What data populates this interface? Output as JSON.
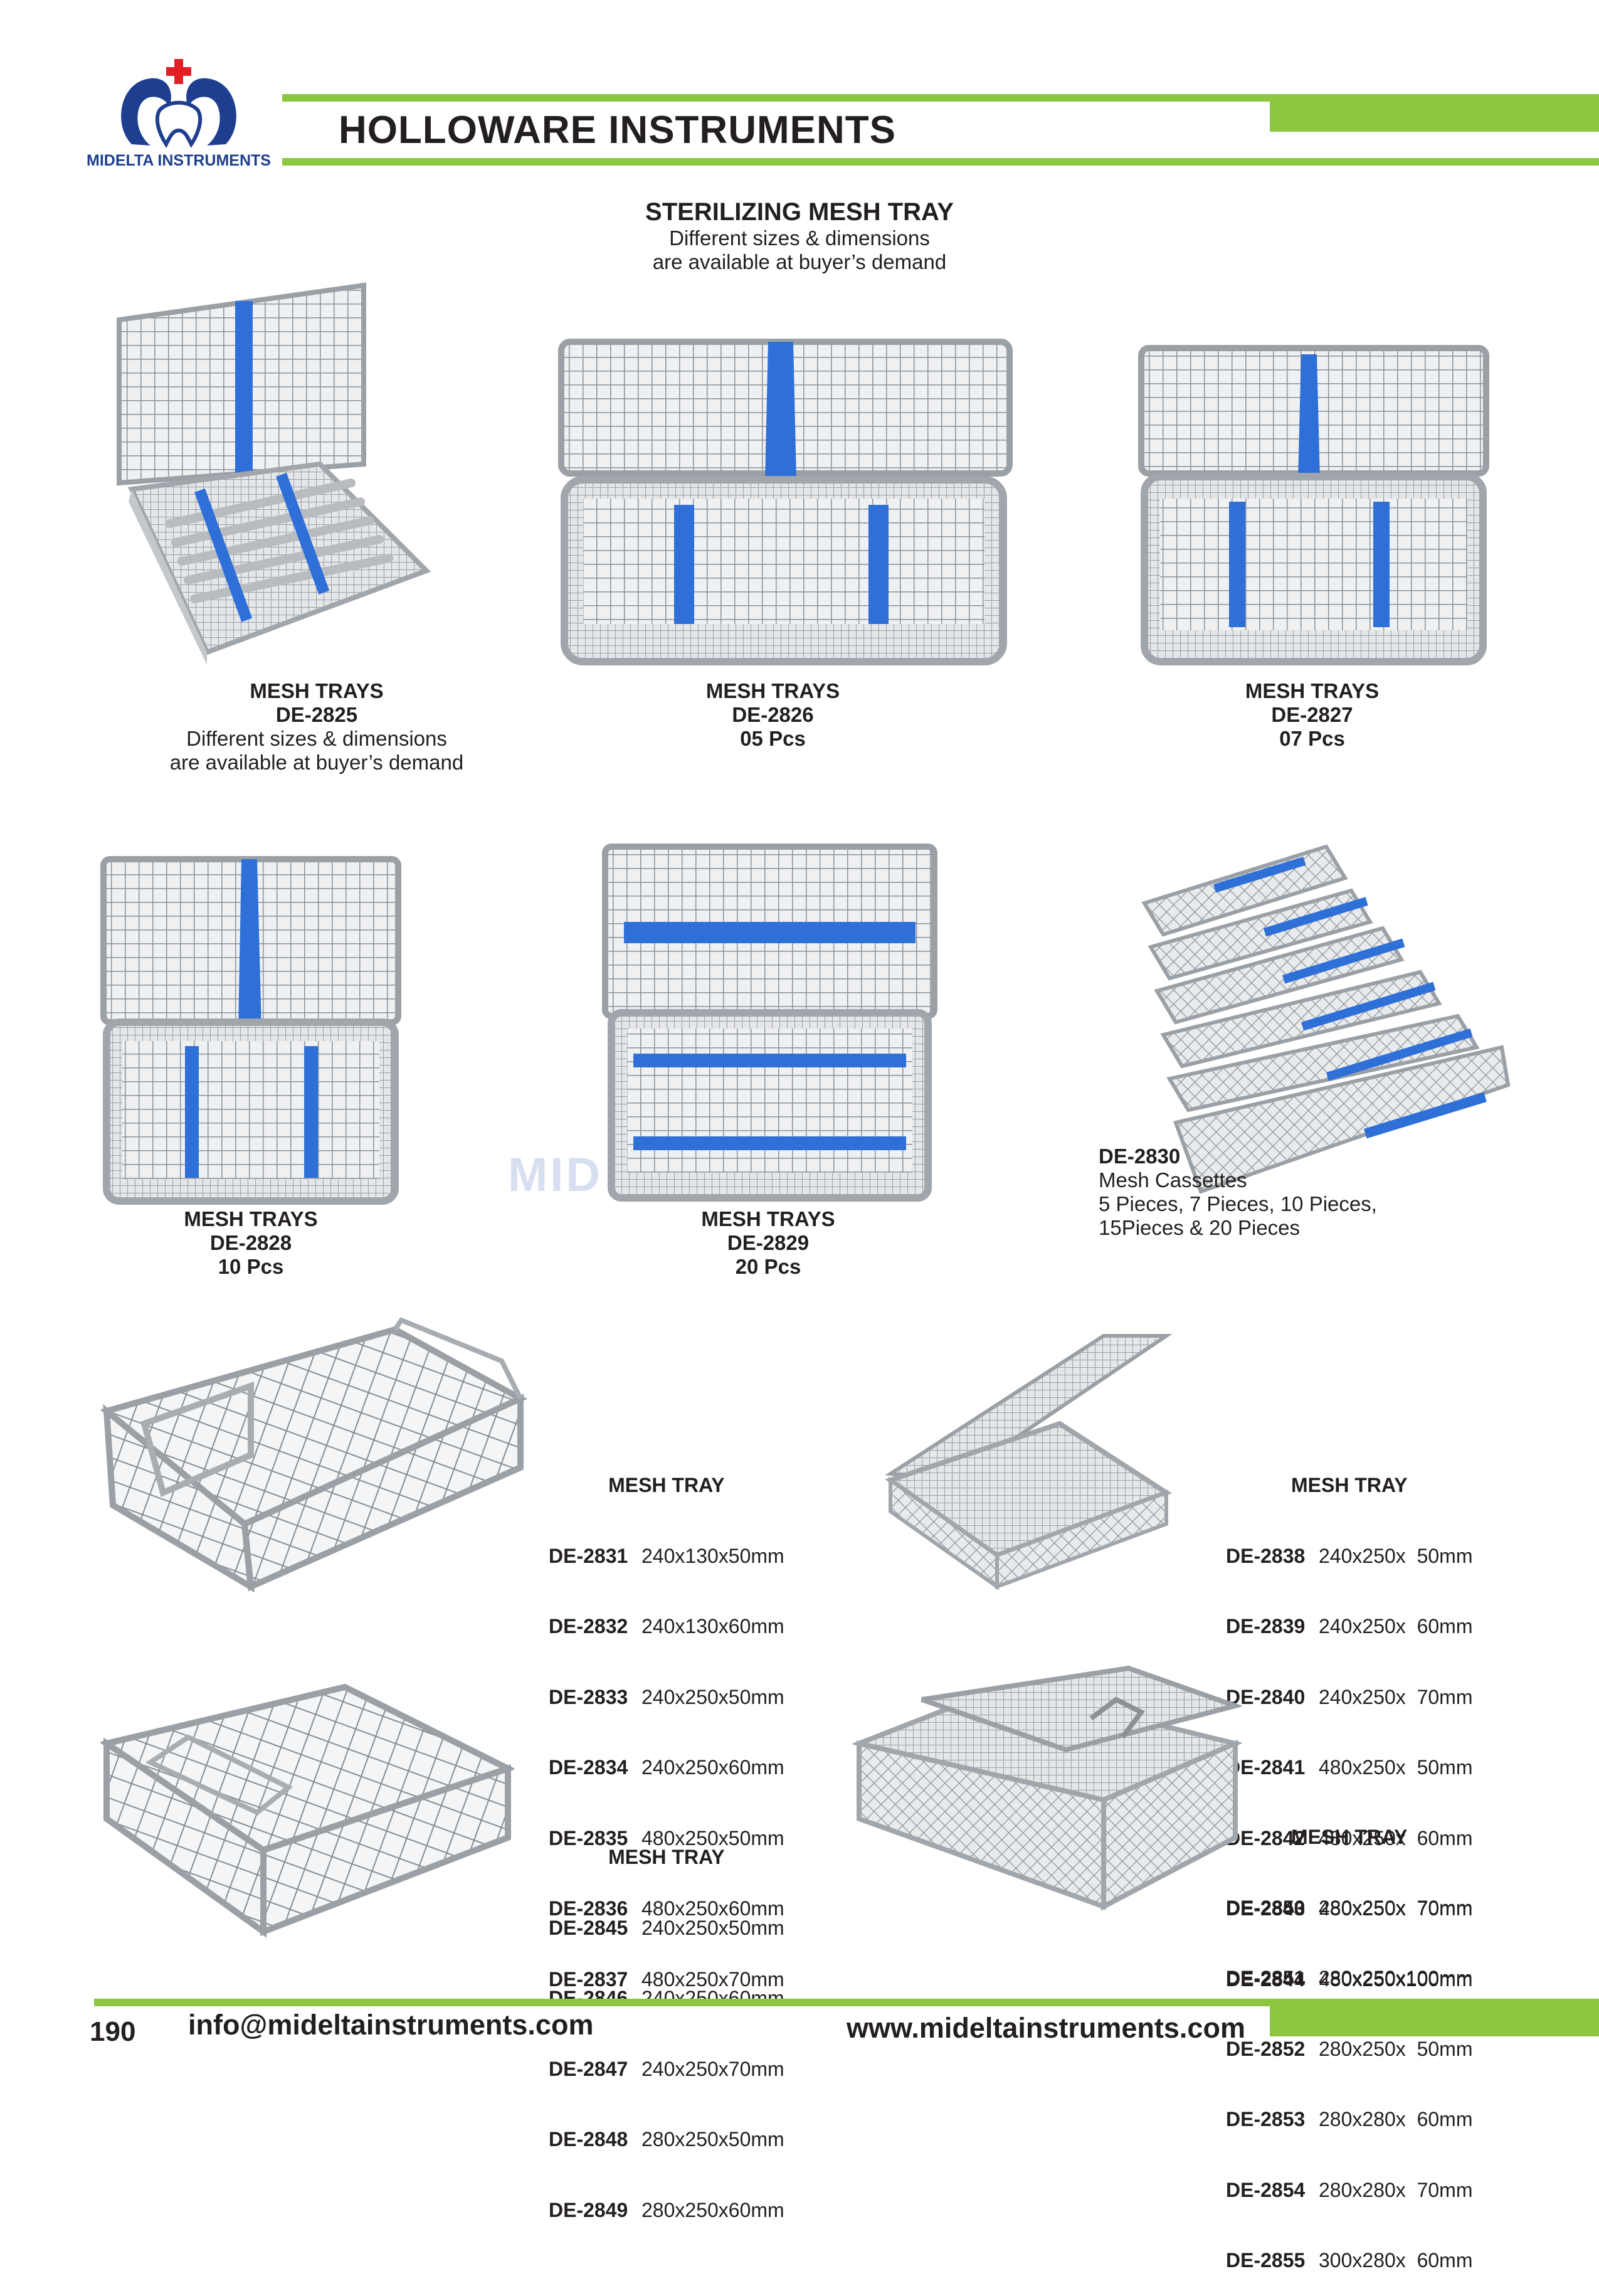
{
  "brand": {
    "name": "MIDELTA INSTRUMENTS",
    "watermark": "MID          ENTS",
    "colors": {
      "green": "#8dc63f",
      "navy": "#1e3f8f",
      "red": "#e31e24",
      "blue_accent": "#2e6fd8"
    }
  },
  "header": {
    "title": "HOLLOWARE INSTRUMENTS"
  },
  "section": {
    "title": "STERILIZING MESH TRAY",
    "line1": "Different sizes & dimensions",
    "line2": "are available at buyer’s demand"
  },
  "products": {
    "p2825": {
      "name": "MESH TRAYS",
      "code": "DE-2825",
      "line1": "Different sizes & dimensions",
      "line2": "are available at buyer’s demand"
    },
    "p2826": {
      "name": "MESH TRAYS",
      "code": "DE-2826",
      "qty": "05 Pcs"
    },
    "p2827": {
      "name": "MESH TRAYS",
      "code": "DE-2827",
      "qty": "07 Pcs"
    },
    "p2828": {
      "name": "MESH TRAYS",
      "code": "DE-2828",
      "qty": "10 Pcs"
    },
    "p2829": {
      "name": "MESH TRAYS",
      "code": "DE-2829",
      "qty": "20 Pcs"
    },
    "p2830": {
      "code": "DE-2830",
      "line1": "Mesh Cassettes",
      "line2": "5 Pieces, 7 Pieces, 10 Pieces,",
      "line3": "15Pieces & 20 Pieces"
    }
  },
  "spec_tables": {
    "t1": {
      "title": "MESH TRAY",
      "rows": [
        {
          "code": "DE-2831",
          "size": "240x130x50mm"
        },
        {
          "code": "DE-2832",
          "size": "240x130x60mm"
        },
        {
          "code": "DE-2833",
          "size": "240x250x50mm"
        },
        {
          "code": "DE-2834",
          "size": "240x250x60mm"
        },
        {
          "code": "DE-2835",
          "size": "480x250x50mm"
        },
        {
          "code": "DE-2836",
          "size": "480x250x60mm"
        },
        {
          "code": "DE-2837",
          "size": "480x250x70mm"
        }
      ]
    },
    "t2": {
      "title": "MESH TRAY",
      "rows": [
        {
          "code": "DE-2838",
          "size": "240x250x  50mm"
        },
        {
          "code": "DE-2839",
          "size": "240x250x  60mm"
        },
        {
          "code": "DE-2840",
          "size": "240x250x  70mm"
        },
        {
          "code": "DE-2841",
          "size": "480x250x  50mm"
        },
        {
          "code": "DE-2842",
          "size": "480x250x  60mm"
        },
        {
          "code": "DE-2843",
          "size": "480x250x  70mm"
        },
        {
          "code": "DE-2844",
          "size": "480x250x100mm"
        }
      ]
    },
    "t3": {
      "title": "MESH TRAY",
      "rows": [
        {
          "code": "DE-2845",
          "size": "240x250x50mm"
        },
        {
          "code": "DE-2846",
          "size": "240x250x60mm"
        },
        {
          "code": "DE-2847",
          "size": "240x250x70mm"
        },
        {
          "code": "DE-2848",
          "size": "280x250x50mm"
        },
        {
          "code": "DE-2849",
          "size": "280x250x60mm"
        }
      ]
    },
    "t4": {
      "title": "MESH TRAY",
      "rows": [
        {
          "code": "DE-2850",
          "size": "280x250x  70mm"
        },
        {
          "code": "DE-2851",
          "size": "280x250x100mm"
        },
        {
          "code": "DE-2852",
          "size": "280x250x  50mm"
        },
        {
          "code": "DE-2853",
          "size": "280x280x  60mm"
        },
        {
          "code": "DE-2854",
          "size": "280x280x  70mm"
        },
        {
          "code": "DE-2855",
          "size": "300x280x  60mm"
        }
      ]
    }
  },
  "footer": {
    "page": "190",
    "email": "info@mideltainstruments.com",
    "website": "www.mideltainstruments.com"
  }
}
